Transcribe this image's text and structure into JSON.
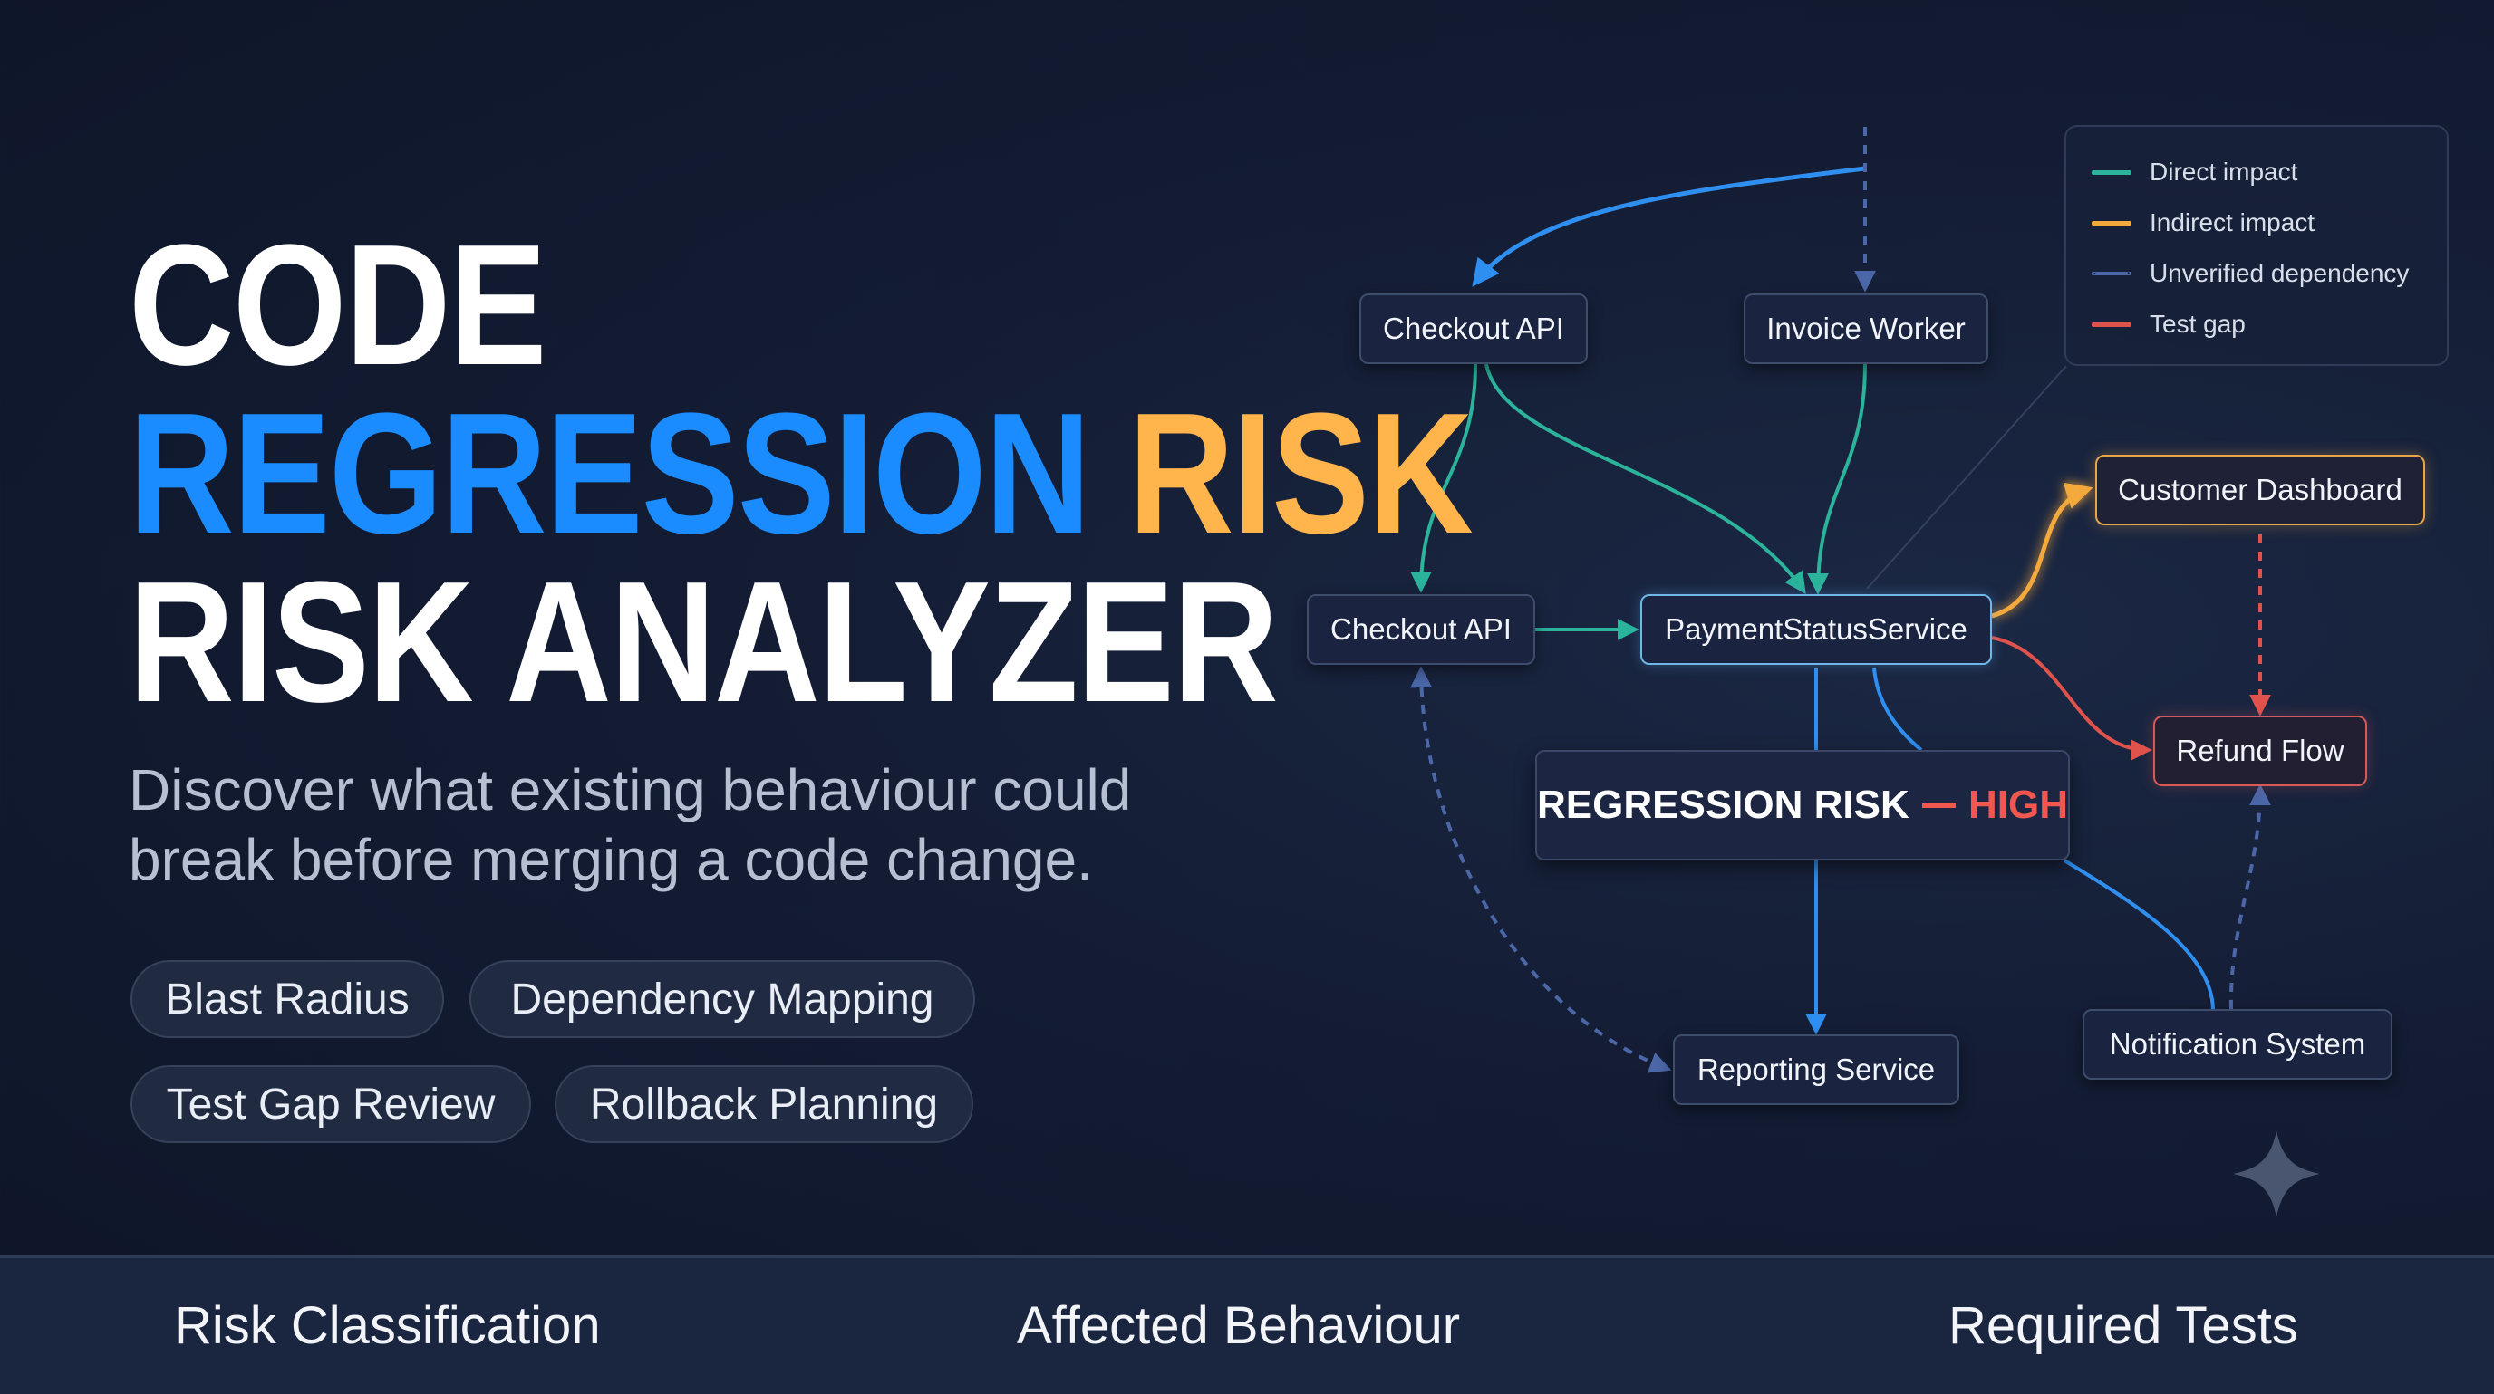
{
  "hero": {
    "title_line1": "CODE",
    "title_line2_part1": "REGRESSION",
    "title_line2_part2": "RISK",
    "title_line3": "RISK ANALYZER",
    "subtitle": "Discover what existing behaviour could break before merging a code change."
  },
  "tags": [
    "Blast Radius",
    "Dependency Mapping",
    "Test Gap Review",
    "Rollback Planning"
  ],
  "bottom_bar": [
    "Risk Classification",
    "Affected Behaviour",
    "Required Tests"
  ],
  "legend": {
    "items": [
      {
        "label": "Direct impact",
        "color": "#2bb39b"
      },
      {
        "label": "Indirect impact",
        "color": "#f4a93c"
      },
      {
        "label": "Unverified dependency",
        "color": "#4b67a8"
      },
      {
        "label": "Test gap",
        "color": "#e0534c"
      }
    ]
  },
  "diagram": {
    "nodes": {
      "checkout_api_top": "Checkout API",
      "invoice_worker": "Invoice Worker",
      "checkout_api_mid": "Checkout API",
      "payment_status_service": "PaymentStatusService",
      "customer_dashboard": "Customer Dashboard",
      "refund_flow": "Refund Flow",
      "reporting_service": "Reporting Service",
      "notification_system": "Notification System"
    },
    "risk": {
      "label": "REGRESSION RISK",
      "level": "HIGH"
    }
  },
  "colors": {
    "accent_blue": "#1a8cff",
    "accent_orange": "#ffb44c",
    "direct": "#2bb39b",
    "indirect": "#f4a93c",
    "unverified": "#4b67a8",
    "test_gap": "#e0534c",
    "flow_blue": "#2f8ff0",
    "risk_high": "#f0584f"
  }
}
